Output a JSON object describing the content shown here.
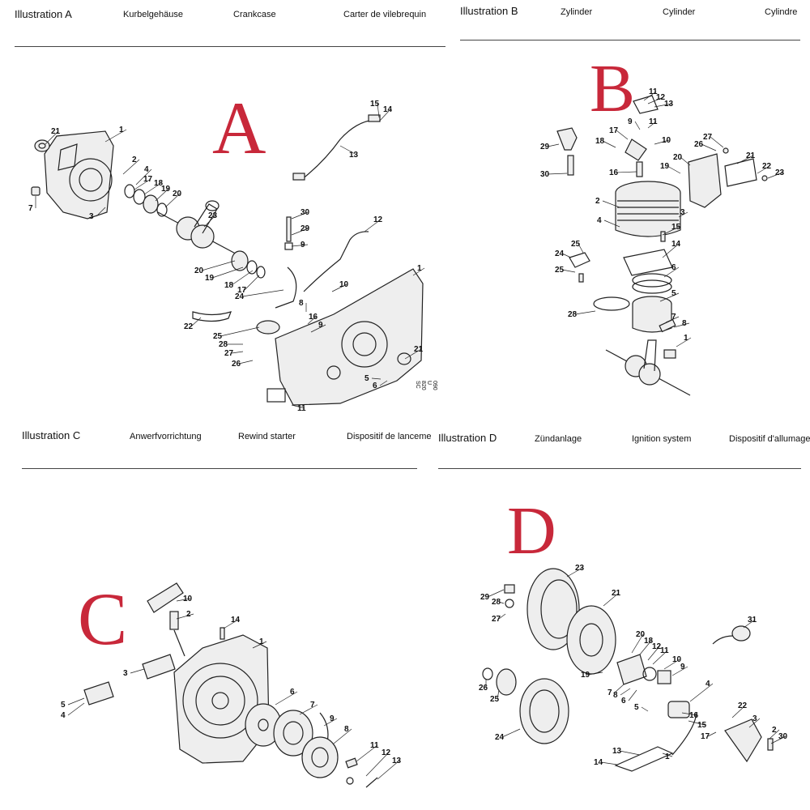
{
  "panels": {
    "a": {
      "illustration": "Illustration  A",
      "de": "Kurbelgehäuse",
      "en": "Crankcase",
      "fr": "Carter de vilebrequin",
      "letter": "A",
      "side_code": "090 U 820 SC"
    },
    "b": {
      "illustration": "Illustration  B",
      "de": "Zylinder",
      "en": "Cylinder",
      "fr": "Cylindre",
      "letter": "B"
    },
    "c": {
      "illustration": "Illustration  C",
      "de": "Anwerfvorrichtung",
      "en": "Rewind starter",
      "fr": "Dispositif de lanceme",
      "letter": "C"
    },
    "d": {
      "illustration": "Illustration  D",
      "de": "Zündanlage",
      "en": "Ignition system",
      "fr": "Dispositif d'allumage",
      "letter": "D"
    }
  },
  "callouts": {
    "a": [
      "21",
      "1",
      "2",
      "4",
      "17",
      "18",
      "19",
      "20",
      "3",
      "7",
      "23",
      "15",
      "14",
      "13",
      "30",
      "29",
      "9",
      "12",
      "1",
      "20",
      "19",
      "18",
      "17",
      "24",
      "10",
      "8",
      "16",
      "9",
      "22",
      "25",
      "28",
      "27",
      "26",
      "21",
      "5",
      "6",
      "11"
    ],
    "b": [
      "11",
      "12",
      "13",
      "9",
      "11",
      "10",
      "17",
      "18",
      "29",
      "30",
      "16",
      "19",
      "20",
      "26",
      "27",
      "21",
      "22",
      "23",
      "2",
      "3",
      "4",
      "15",
      "14",
      "25",
      "24",
      "25",
      "6",
      "5",
      "28",
      "7",
      "8",
      "1"
    ],
    "c": [
      "10",
      "2",
      "14",
      "1",
      "3",
      "5",
      "4",
      "6",
      "7",
      "9",
      "8",
      "11",
      "12",
      "13"
    ],
    "d": [
      "23",
      "21",
      "29",
      "28",
      "27",
      "20",
      "18",
      "12",
      "11",
      "10",
      "9",
      "19",
      "7",
      "8",
      "6",
      "26",
      "25",
      "24",
      "4",
      "5",
      "16",
      "15",
      "17",
      "31",
      "22",
      "3",
      "2",
      "30",
      "13",
      "14",
      "1"
    ]
  },
  "colors": {
    "letter": "#c8283a",
    "line": "#222222"
  }
}
